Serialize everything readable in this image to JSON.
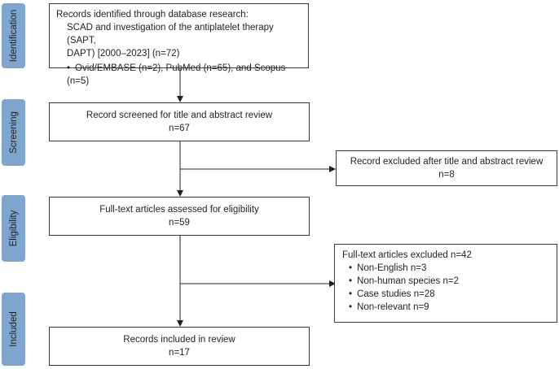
{
  "stages": [
    "Identification",
    "Screening",
    "Eligibility",
    "Included"
  ],
  "identification": {
    "line1": "Records identified through database research:",
    "line2": "SCAD and investigation of the antiplatelet therapy (SAPT,",
    "line3": "DAPT) [2000–2023] (n=72)",
    "bullet": "Ovid/EMBASE (n=2), PubMed (n=65), and Scopus (n=5)"
  },
  "screening": {
    "title": "Record screened for title and abstract review",
    "count": "n=67"
  },
  "excluded_screening": {
    "title": "Record excluded after title and abstract review",
    "count": "n=8"
  },
  "eligibility": {
    "title": "Full-text articles assessed for eligibility",
    "count": "n=59"
  },
  "excluded_fulltext": {
    "title": "Full-text articles excluded n=42",
    "items": [
      "Non-English n=3",
      "Non-human species n=2",
      "Case studies n=28",
      "Non-relevant n=9"
    ]
  },
  "included": {
    "title": "Records included in review",
    "count": "n=17"
  }
}
